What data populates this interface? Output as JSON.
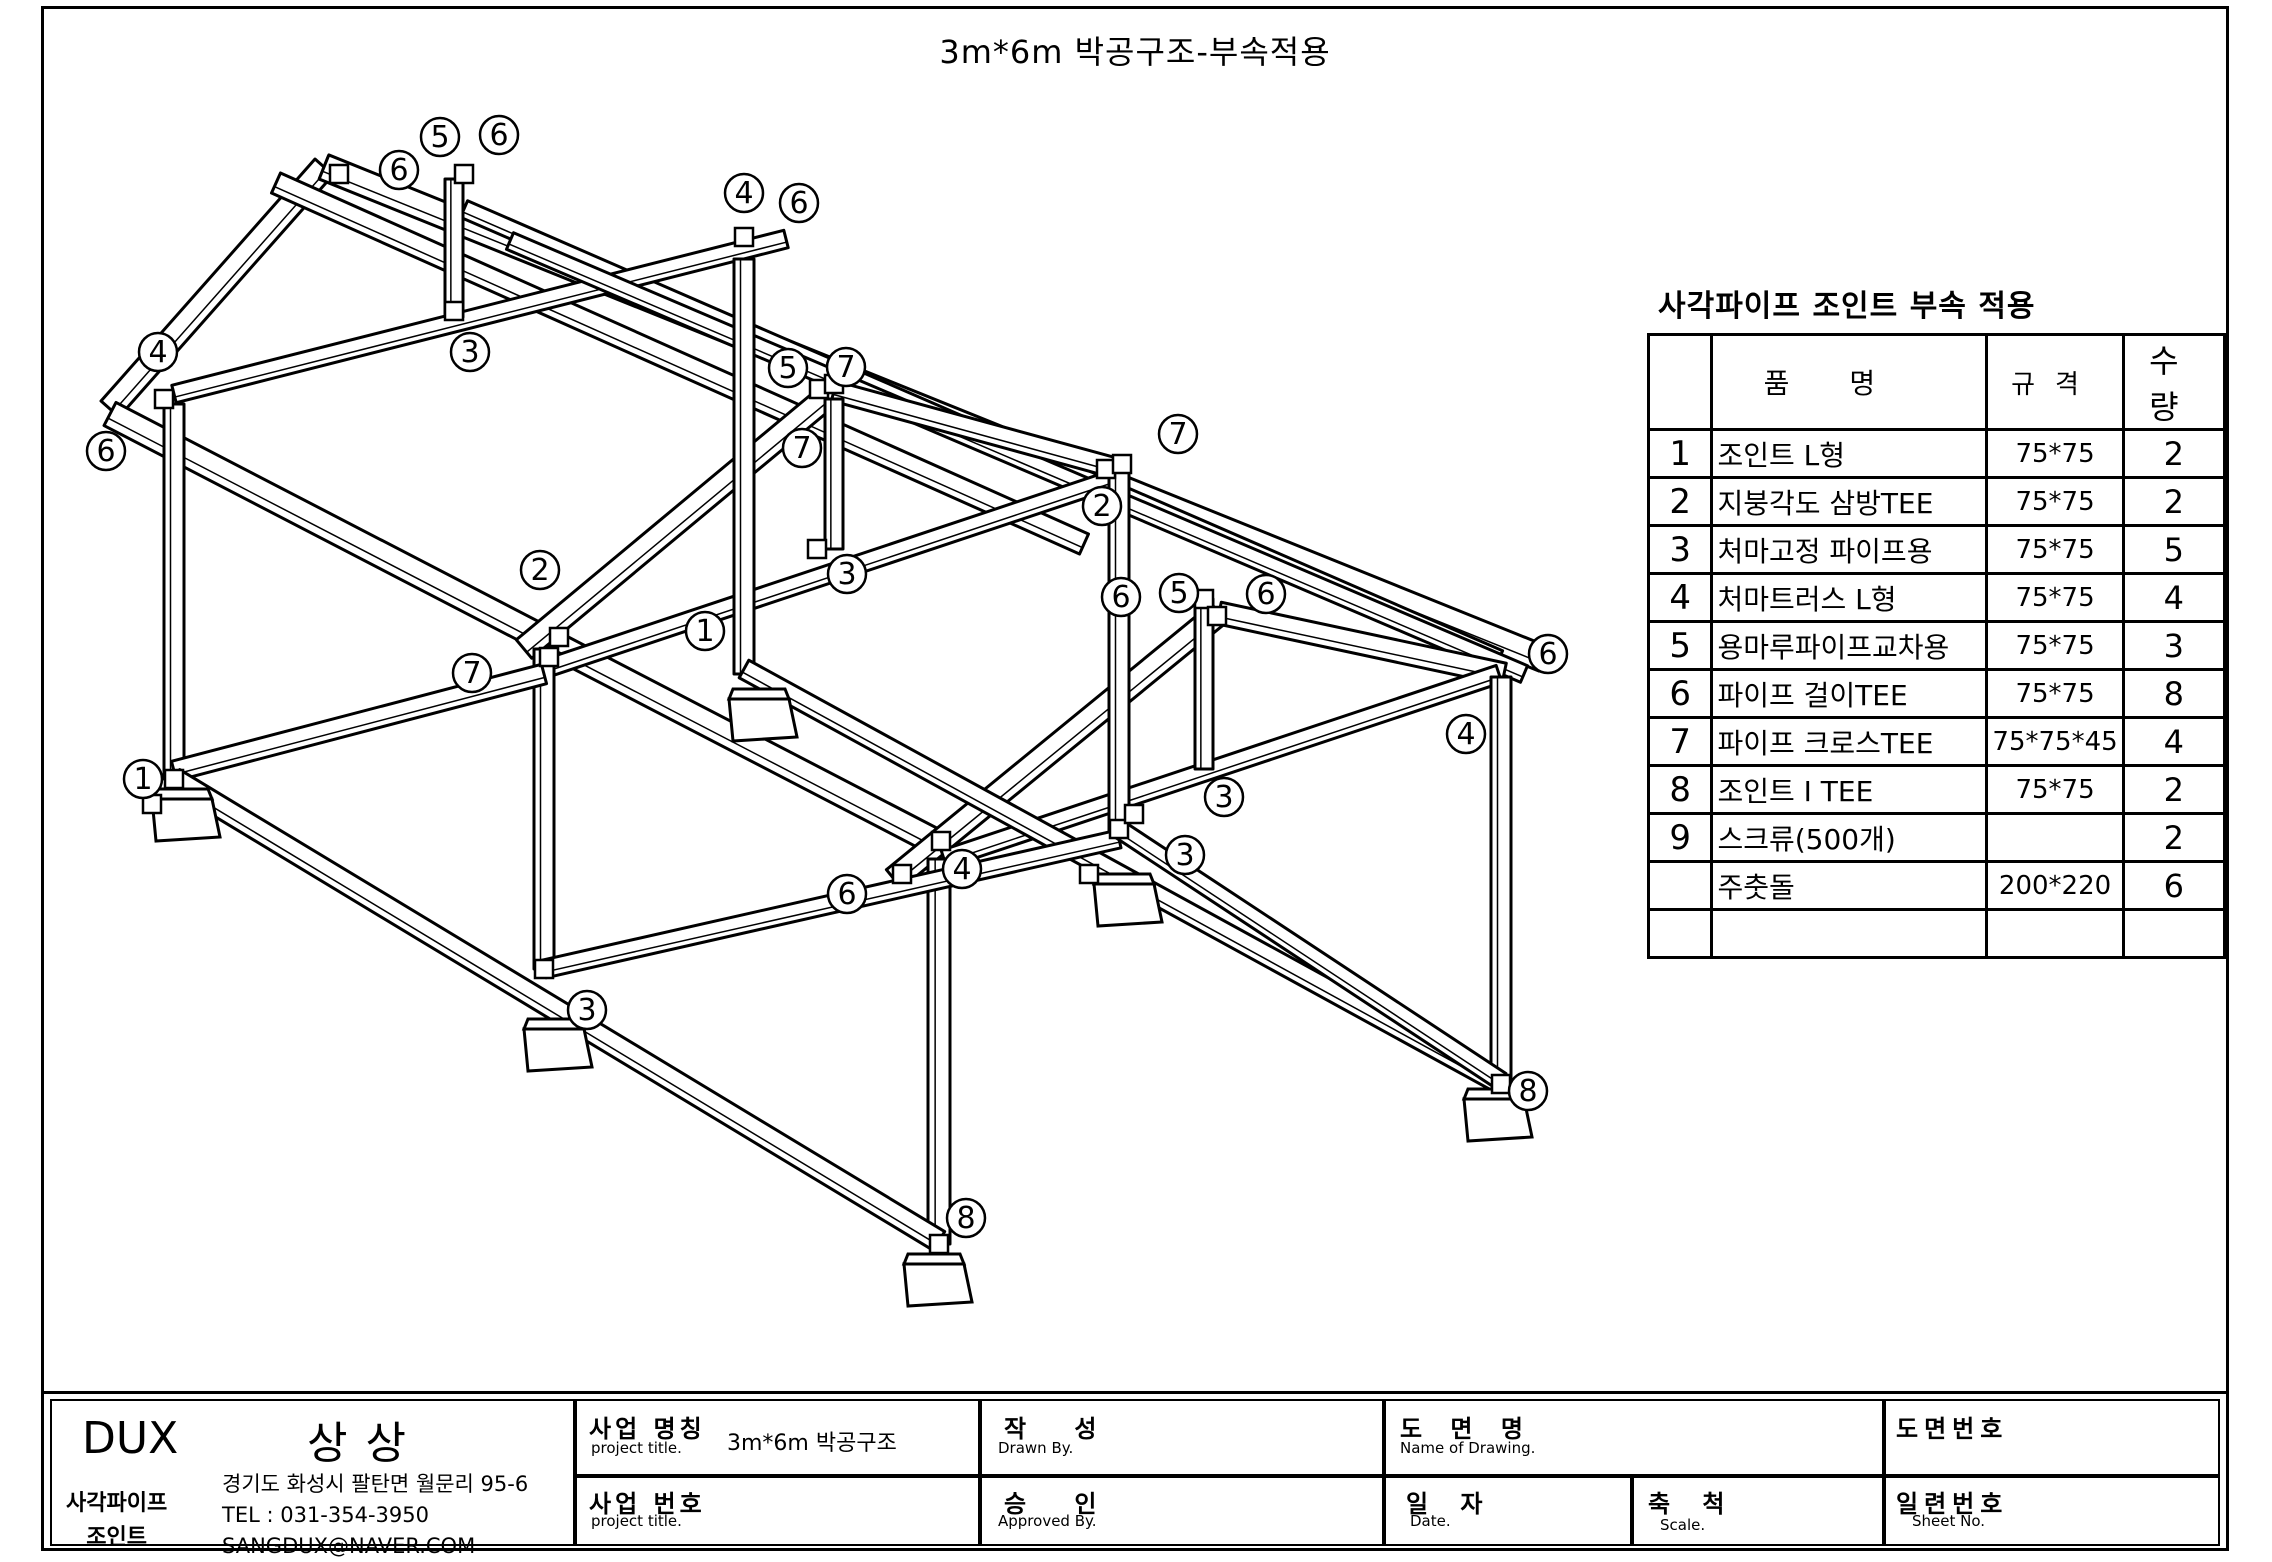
{
  "sheet": {
    "title": "3m*6m 박공구조-부속적용"
  },
  "callouts": [
    {
      "label": "5"
    },
    {
      "label": "6"
    },
    {
      "label": "6"
    },
    {
      "label": "4"
    },
    {
      "label": "6"
    },
    {
      "label": "3"
    },
    {
      "label": "4"
    },
    {
      "label": "6"
    },
    {
      "label": "5"
    },
    {
      "label": "7"
    },
    {
      "label": "7"
    },
    {
      "label": "7"
    },
    {
      "label": "2"
    },
    {
      "label": "3"
    },
    {
      "label": "2"
    },
    {
      "label": "1"
    },
    {
      "label": "6"
    },
    {
      "label": "5"
    },
    {
      "label": "6"
    },
    {
      "label": "7"
    },
    {
      "label": "6"
    },
    {
      "label": "4"
    },
    {
      "label": "1"
    },
    {
      "label": "3"
    },
    {
      "label": "3"
    },
    {
      "label": "6"
    },
    {
      "label": "4"
    },
    {
      "label": "3"
    },
    {
      "label": "8"
    },
    {
      "label": "8"
    }
  ],
  "parts": {
    "caption": "사각파이프 조인트 부속 적용",
    "headers": {
      "name": "품명",
      "spec": "규격",
      "qty": "수량"
    },
    "rows": [
      {
        "no": "1",
        "name": "조인트 L형",
        "spec": "75*75",
        "qty": "2"
      },
      {
        "no": "2",
        "name": "지붕각도 삼방TEE",
        "spec": "75*75",
        "qty": "2"
      },
      {
        "no": "3",
        "name": "처마고정 파이프용",
        "spec": "75*75",
        "qty": "5"
      },
      {
        "no": "4",
        "name": "처마트러스 L형",
        "spec": "75*75",
        "qty": "4"
      },
      {
        "no": "5",
        "name": "용마루파이프교차용",
        "spec": "75*75",
        "qty": "3"
      },
      {
        "no": "6",
        "name": "파이프 걸이TEE",
        "spec": "75*75",
        "qty": "8"
      },
      {
        "no": "7",
        "name": "파이프 크로스TEE",
        "spec": "75*75*45",
        "qty": "4"
      },
      {
        "no": "8",
        "name": "조인트 I TEE",
        "spec": "75*75",
        "qty": "2"
      },
      {
        "no": "9",
        "name": "스크류(500개)",
        "spec": "",
        "qty": "2"
      },
      {
        "no": "",
        "name": "주춧돌",
        "spec": "200*220",
        "qty": "6"
      },
      {
        "no": "",
        "name": "",
        "spec": "",
        "qty": ""
      }
    ]
  },
  "title_block": {
    "brand": "DUX",
    "brand_ko": "상상",
    "company_line1": "사각파이프",
    "company_line2": "조인트",
    "address": "경기도 화성시 팔탄면 월문리 95-6",
    "tel": "TEL : 031-354-3950",
    "email": "SANGDUX@NAVER.COM",
    "project_name_ko": "사업 명칭",
    "project_name_en": "project title.",
    "project_name_value": "3m*6m 박공구조",
    "project_no_ko": "사업 번호",
    "project_no_en": "project title.",
    "drawn_ko": "작 성",
    "drawn_en": "Drawn By.",
    "approved_ko": "승 인",
    "approved_en": "Approved By.",
    "drawing_name_ko": "도 면 명",
    "drawing_name_en": "Name of Drawing.",
    "date_ko": "일 자",
    "date_en": "Date.",
    "scale_ko": "축 척",
    "scale_en": "Scale.",
    "drawing_no_ko": "도면번호",
    "sheet_no_ko": "일련번호",
    "sheet_no_en": "Sheet No."
  }
}
